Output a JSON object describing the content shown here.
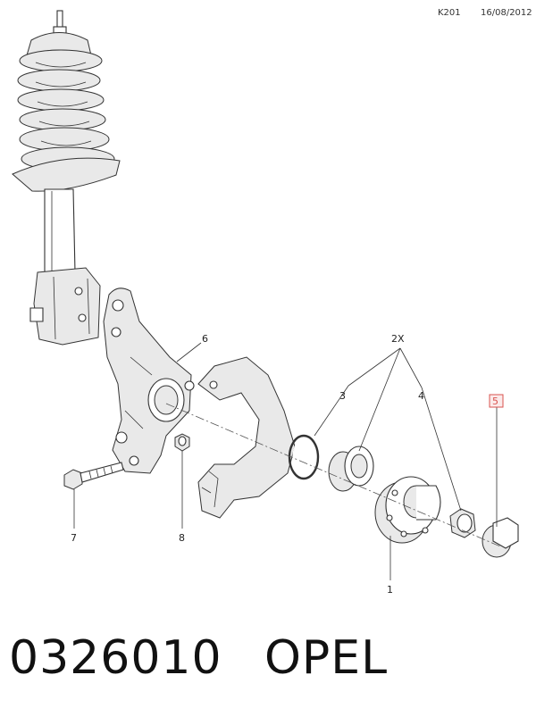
{
  "header": {
    "code": "K201",
    "date": "16/08/2012"
  },
  "callouts": {
    "c1": "1",
    "c2x": "2X",
    "c3": "3",
    "c4": "4",
    "c5": "5",
    "c6": "6",
    "c7": "7",
    "c8": "8"
  },
  "highlight_color": "#d9534f",
  "footer": {
    "part_number": "0326010",
    "brand": "OPEL"
  }
}
